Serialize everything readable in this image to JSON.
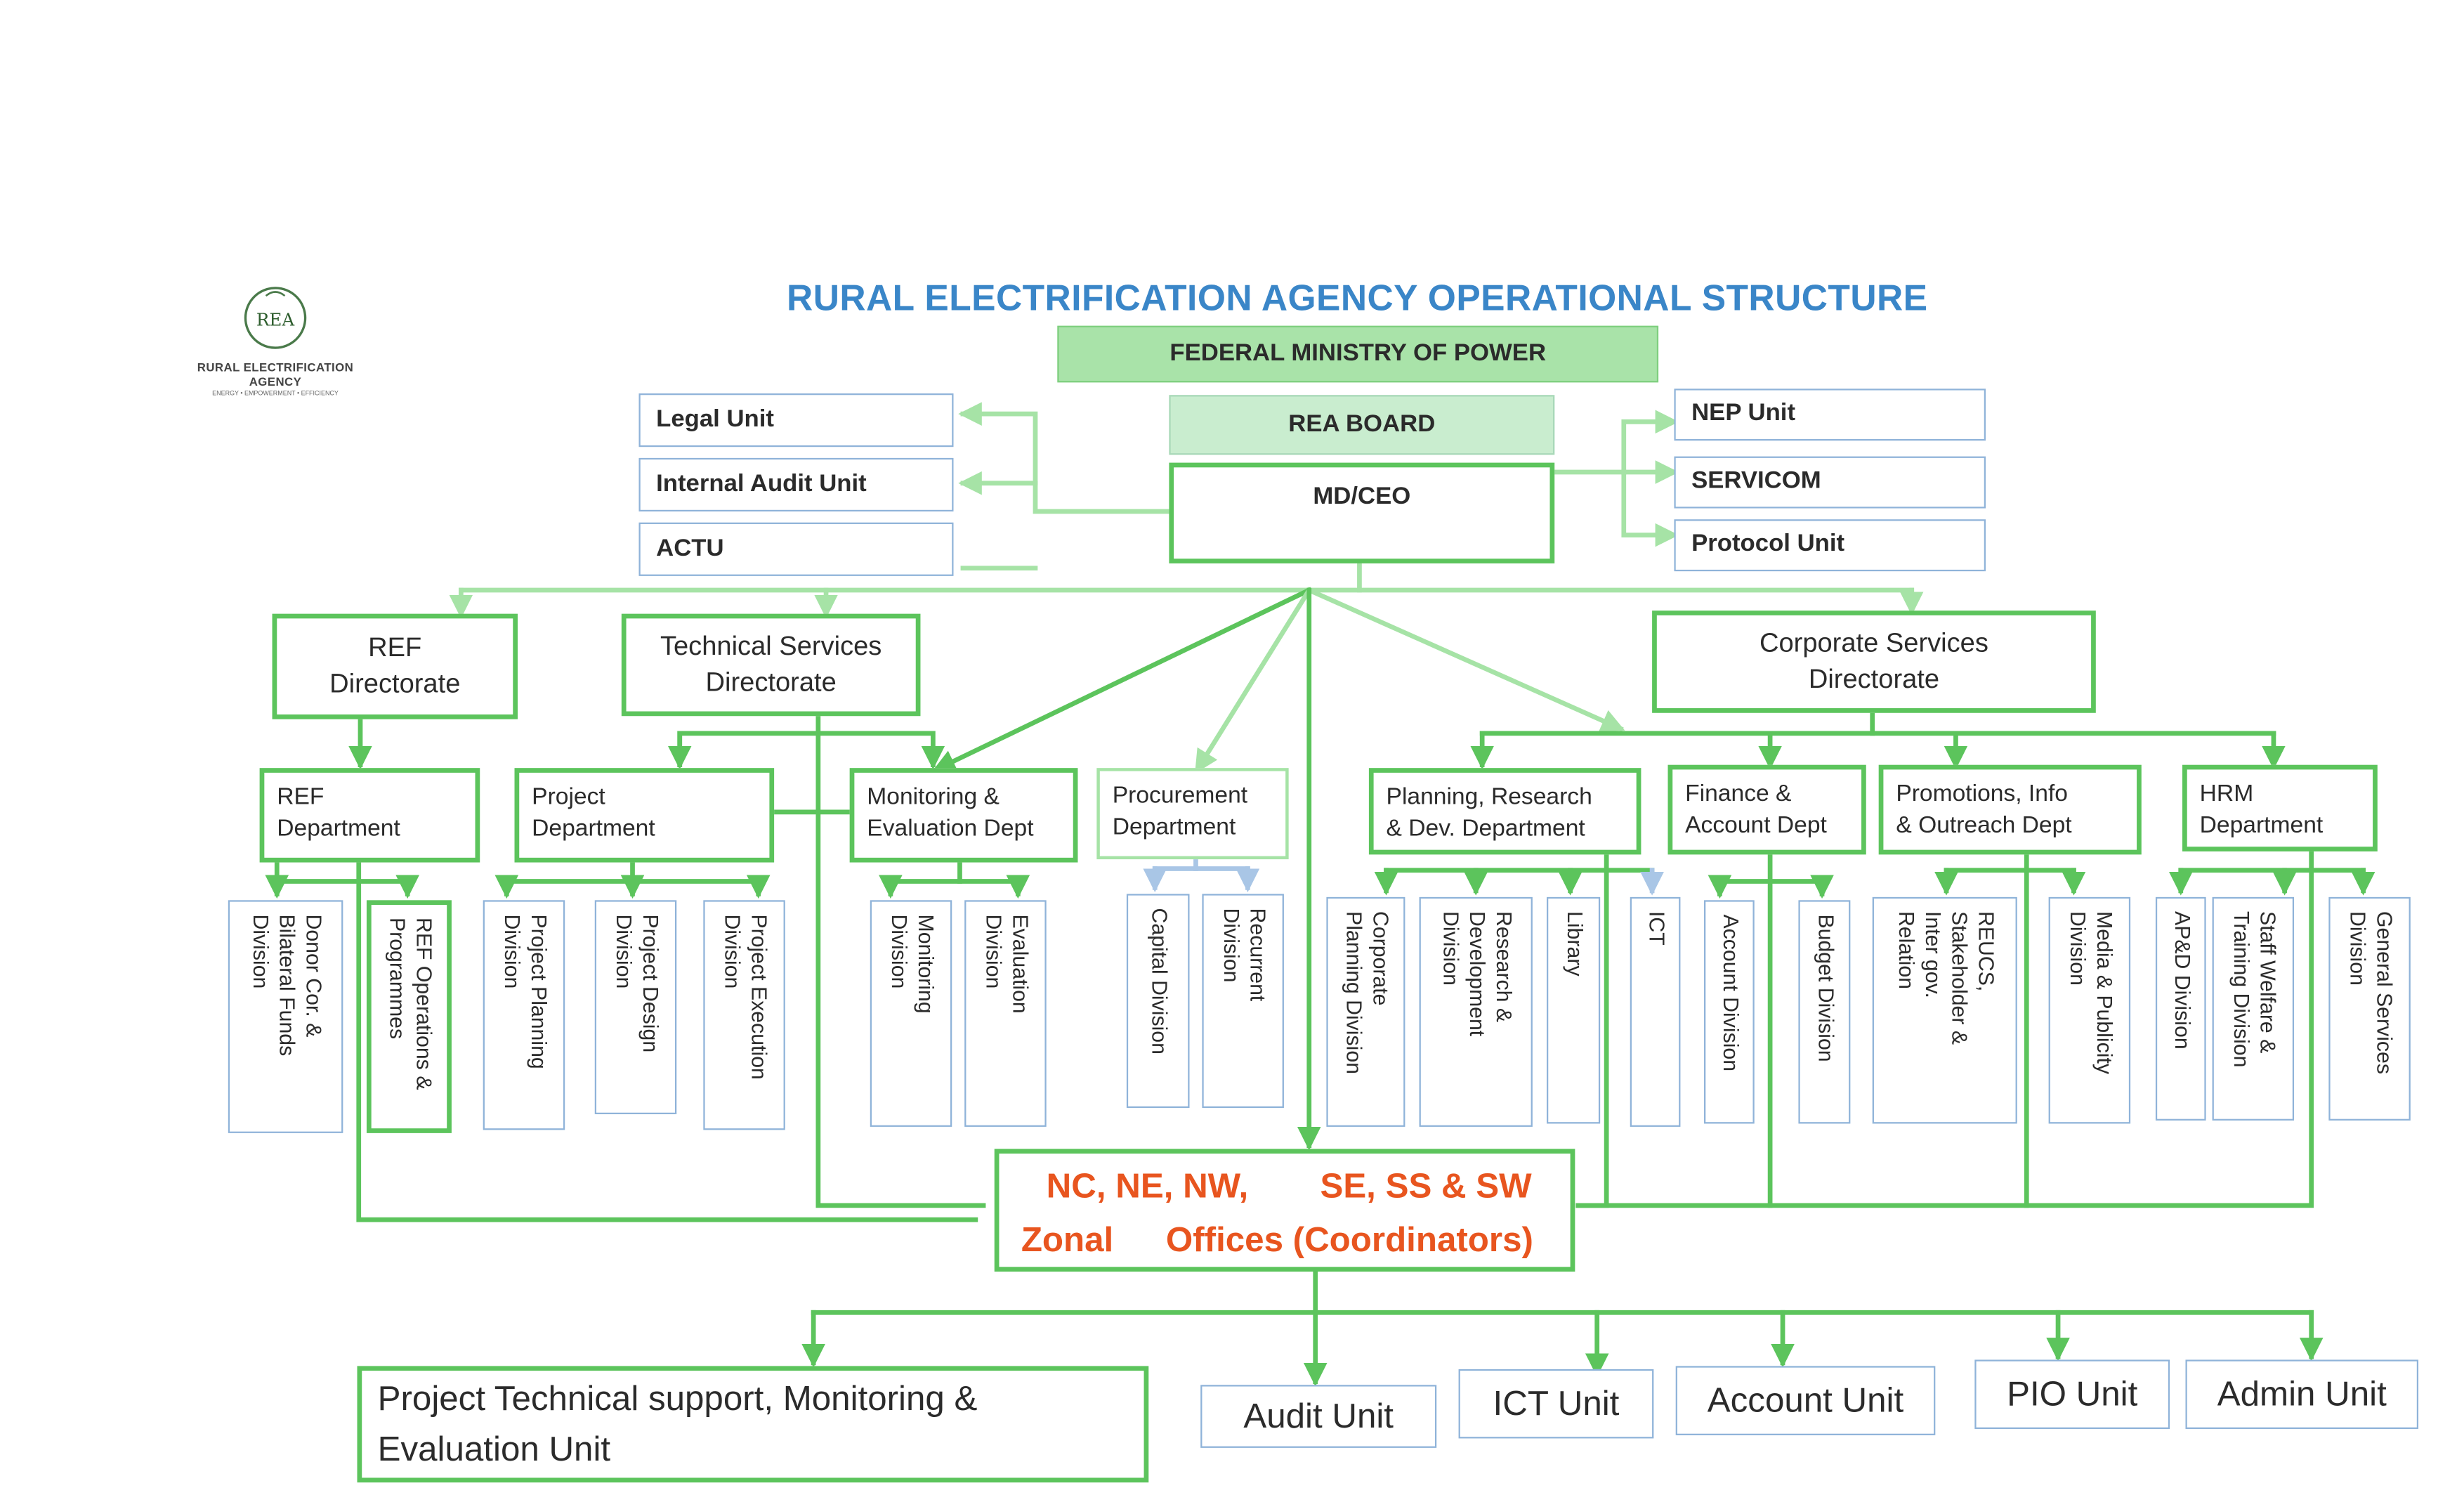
{
  "logo": {
    "emblem_text": "REA",
    "name": "RURAL ELECTRIFICATION AGENCY",
    "tagline": "ENERGY • EMPOWERMENT • EFFICIENCY"
  },
  "title": "RURAL ELECTRIFICATION AGENCY OPERATIONAL STRUCTURE",
  "top": {
    "ministry": "FEDERAL MINISTRY OF POWER",
    "board": "REA BOARD",
    "ceo": "MD/CEO"
  },
  "left_units": [
    "Legal Unit",
    "Internal Audit Unit",
    "ACTU"
  ],
  "right_units": [
    "NEP Unit",
    "SERVICOM",
    "Protocol Unit"
  ],
  "directorates": {
    "ref": "REF\nDirectorate",
    "technical": "Technical Services\nDirectorate",
    "corporate": "Corporate Services\nDirectorate"
  },
  "departments": {
    "ref": "REF\nDepartment",
    "project": "Project\nDepartment",
    "monitoring": "Monitoring &\nEvaluation Dept",
    "procurement": "Procurement\nDepartment",
    "planning": "Planning, Research\n& Dev. Department",
    "finance": "Finance &\nAccount Dept",
    "promotions": "Promotions, Info\n& Outreach Dept",
    "hrm": "HRM\nDepartment"
  },
  "divisions": {
    "donor": "Donor Cor. &\nBilateral Funds\nDivision",
    "ref_ops": "REF Operations &\nProgrammes",
    "project_planning": "Project Planning\nDivision",
    "project_design": "Project Design\nDivision",
    "project_execution": "Project Execution\nDivision",
    "monitoring": "Monitoring\nDivision",
    "evaluation": "Evaluation\nDivision",
    "capital": "Capital Division",
    "recurrent": "Recurrent\nDivision",
    "corporate_planning": "Corporate\nPlanning Division",
    "research": "Research &\nDevelopment\nDivision",
    "library": "Library",
    "ict": "ICT",
    "account": "Account Division",
    "budget": "Budget Division",
    "reucs": "REUCS,\nStakeholder &\nInter gov.\nRelation",
    "media": "Media & Publicity\nDivision",
    "apd": "AP&D Division",
    "staff_welfare": "Staff Welfare &\nTraining Division",
    "general_services": "General Services\nDivision"
  },
  "zonal": {
    "line1_left": "NC, NE, NW,",
    "line1_right": "SE, SS & SW",
    "line2_left": "Zonal",
    "line2_right": "Offices (Coordinators)"
  },
  "bottom_units": {
    "ptsme": "Project Technical support, Monitoring &\nEvaluation Unit",
    "audit": "Audit Unit",
    "ict": "ICT Unit",
    "account": "Account Unit",
    "pio": "PIO Unit",
    "admin": "Admin Unit"
  },
  "colors": {
    "title": "#3a86c8",
    "line": "#5cc45c",
    "line_light": "#a6e3a6",
    "zonal_text": "#e8551f",
    "box_fill": "#a9e3a9"
  }
}
